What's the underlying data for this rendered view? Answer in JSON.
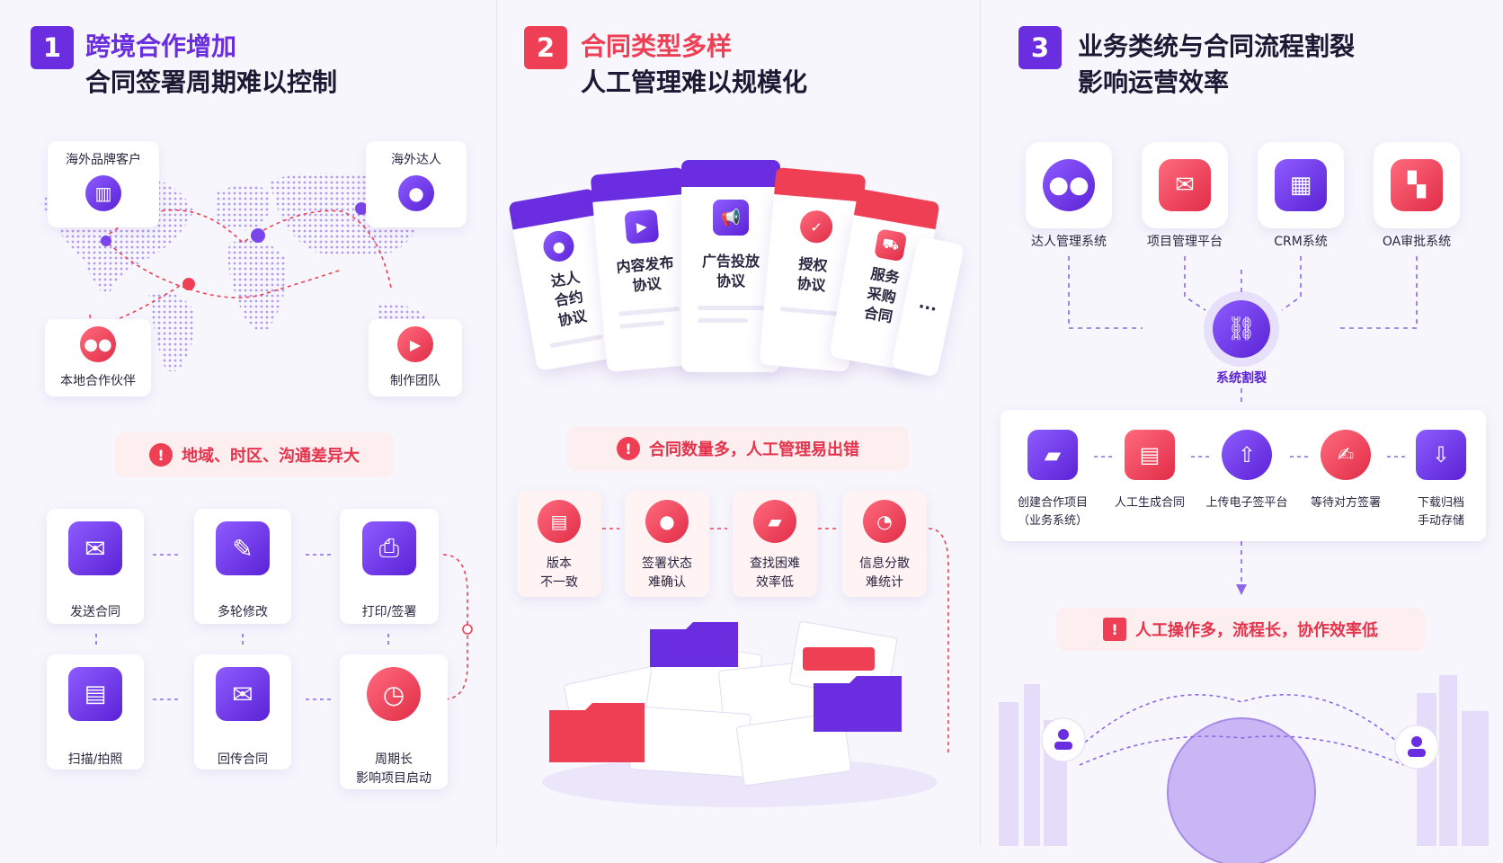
{
  "colors": {
    "purple": "#6a2ee0",
    "red": "#ef3f55",
    "alert_text": "#e5334b",
    "background": "#f7f6fc"
  },
  "panel1": {
    "number": "1",
    "title_accent": "跨境合作增加",
    "title_main": "合同签署周期难以控制",
    "map_nodes": {
      "brand_client": {
        "label": "海外品牌客户",
        "icon": "building-icon"
      },
      "overseas_talent": {
        "label": "海外达人",
        "icon": "person-icon"
      },
      "local_partner": {
        "label": "本地合作伙伴",
        "icon": "group-icon"
      },
      "production_team": {
        "label": "制作团队",
        "icon": "video-icon"
      }
    },
    "alert": "地域、时区、沟通差异大",
    "steps": [
      {
        "label": "发送合同",
        "icon": "envelope-icon"
      },
      {
        "label": "多轮修改",
        "icon": "edit-document-icon"
      },
      {
        "label": "打印/签署",
        "icon": "printer-icon"
      },
      {
        "label": "扫描/拍照",
        "icon": "scanner-icon"
      },
      {
        "label": "回传合同",
        "icon": "mail-icon"
      },
      {
        "label": "周期长",
        "label2": "影响项目启动",
        "icon": "clock-icon"
      }
    ]
  },
  "panel2": {
    "number": "2",
    "title_accent": "合同类型多样",
    "title_main": "人工管理难以规模化",
    "contract_cards": [
      {
        "line1": "达人",
        "line2": "合约",
        "line3": "协议",
        "icon": "person-icon"
      },
      {
        "line1": "内容发布",
        "line2": "协议",
        "icon": "play-icon"
      },
      {
        "line1": "广告投放",
        "line2": "协议",
        "icon": "megaphone-icon"
      },
      {
        "line1": "授权",
        "line2": "协议",
        "icon": "shield-check-icon"
      },
      {
        "line1": "服务",
        "line2": "采购",
        "line3": "合同",
        "icon": "cart-icon"
      }
    ],
    "more": "...",
    "alert": "合同数量多，人工管理易出错",
    "issues": [
      {
        "line1": "版本",
        "line2": "不一致",
        "icon": "versions-icon"
      },
      {
        "line1": "签署状态",
        "line2": "难确认",
        "icon": "user-status-icon"
      },
      {
        "line1": "查找困难",
        "line2": "效率低",
        "icon": "folder-search-icon"
      },
      {
        "line1": "信息分散",
        "line2": "难统计",
        "icon": "pie-chart-icon"
      }
    ]
  },
  "panel3": {
    "number": "3",
    "title_accent": "业务类统与合同流程割裂",
    "title_main": "影响运营效率",
    "systems": [
      {
        "label": "达人管理系统",
        "icon": "users-icon"
      },
      {
        "label": "项目管理平台",
        "icon": "briefcase-icon"
      },
      {
        "label": "CRM系统",
        "icon": "crm-icon"
      },
      {
        "label": "OA审批系统",
        "icon": "grid-icon"
      }
    ],
    "center": {
      "label": "系统割裂",
      "icon": "broken-link-icon"
    },
    "flow": [
      {
        "label": "创建合作项目",
        "label2": "（业务系统）",
        "icon": "folder-icon"
      },
      {
        "label": "人工生成合同",
        "label2": "",
        "icon": "document-icon"
      },
      {
        "label": "上传电子签平台",
        "label2": "",
        "icon": "cloud-upload-icon"
      },
      {
        "label": "等待对方签署",
        "label2": "",
        "icon": "pen-user-icon"
      },
      {
        "label": "下载归档",
        "label2": "手动存储",
        "icon": "download-icon"
      }
    ],
    "alert": "人工操作多，流程长，协作效率低"
  }
}
